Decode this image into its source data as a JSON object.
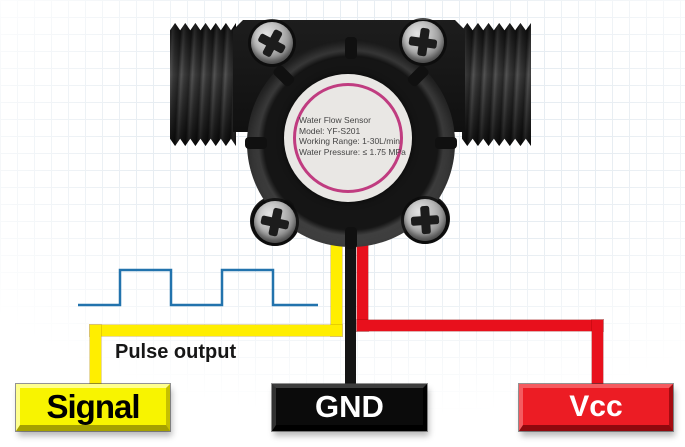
{
  "sensor": {
    "name": "water-flow-sensor",
    "body_color": "#151515",
    "label_ring_color": "#c03c80",
    "label_lines": [
      "Water Flow Sensor",
      "Model: YF-S201",
      "Working Range: 1-30L/min",
      "Water Pressure: ≤ 1.75 MPa"
    ]
  },
  "pulse": {
    "label": "Pulse output",
    "waveform_color": "#2273ad",
    "type": "square-wave"
  },
  "wires": {
    "signal_color": "#ffee00",
    "gnd_color": "#141414",
    "vcc_color": "#e8101c"
  },
  "terminals": [
    {
      "id": "signal",
      "label": "Signal",
      "bg": "#f8f400",
      "text_color": "#000000"
    },
    {
      "id": "gnd",
      "label": "GND",
      "bg": "#0b0b0b",
      "text_color": "#ffffff"
    },
    {
      "id": "vcc",
      "label": "Vcc",
      "bg": "#ec1c24",
      "text_color": "#ffffff"
    }
  ]
}
